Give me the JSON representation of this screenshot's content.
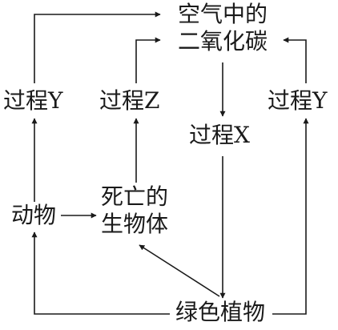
{
  "nodes": {
    "air_co2": {
      "line1": "空气中的",
      "line2": "二氧化碳"
    },
    "dead": {
      "line1": "死亡的",
      "line2": "生物体"
    },
    "animal": "动物",
    "green_plants": "绿色植物",
    "process_y_left": "过程Y",
    "process_z": "过程Z",
    "process_x": "过程X",
    "process_y_right": "过程Y"
  }
}
